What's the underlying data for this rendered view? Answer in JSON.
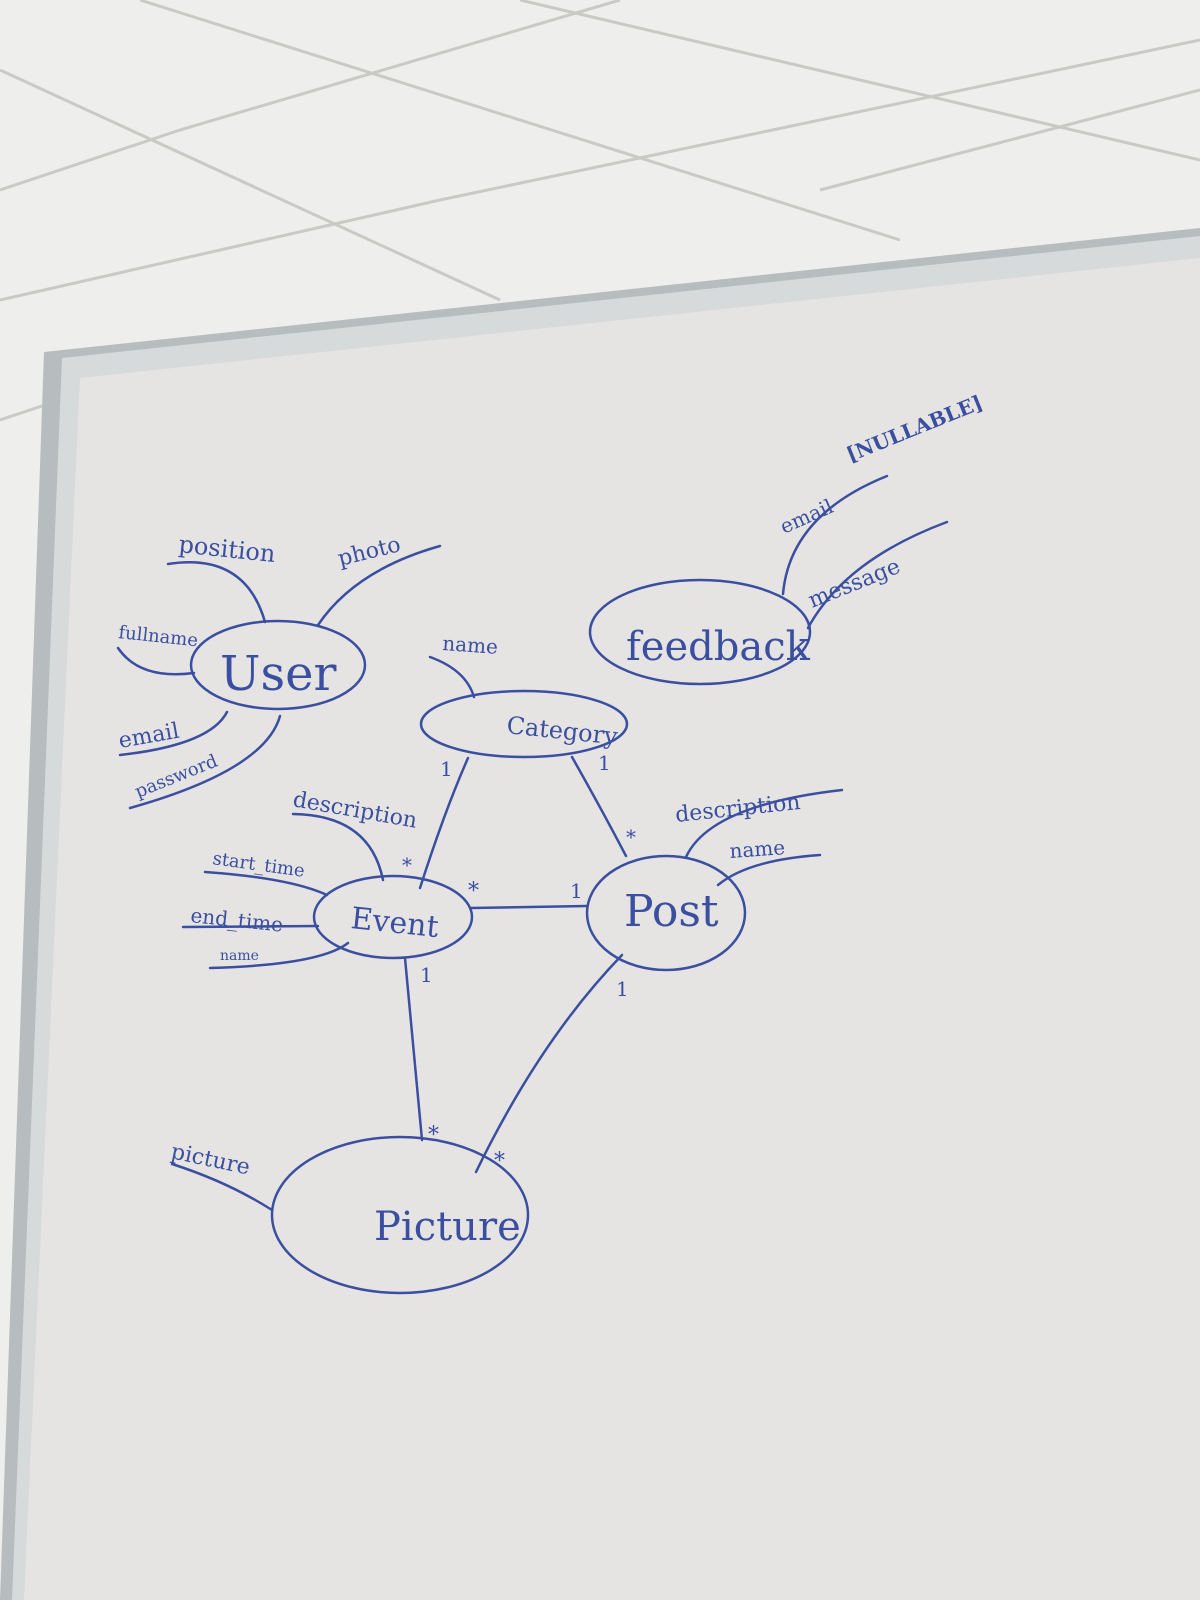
{
  "ink_color": "#3a4fa0",
  "entities": {
    "user": "User",
    "feedback": "feedback",
    "category": "Category",
    "event": "Event",
    "post": "Post",
    "picture": "Picture"
  },
  "attributes": {
    "user_position": "position",
    "user_photo": "photo",
    "user_fullname": "fullname",
    "user_email": "email",
    "user_password": "password",
    "feedback_email": "email",
    "feedback_nullable": "[NULLABLE]",
    "feedback_message": "message",
    "category_name": "name",
    "event_description": "description",
    "event_start_time": "start_time",
    "event_end_time": "end_time",
    "event_name": "name",
    "post_description": "description",
    "post_name": "name",
    "picture_picture": "picture"
  },
  "cardinalities": {
    "category_event_cat": "1",
    "category_event_evt": "*",
    "category_post_cat": "1",
    "category_post_post": "*",
    "event_post_evt": "*",
    "event_post_post": "1",
    "event_picture_evt": "1",
    "event_picture_pic": "*",
    "post_picture_post": "1",
    "post_picture_pic": "*"
  }
}
